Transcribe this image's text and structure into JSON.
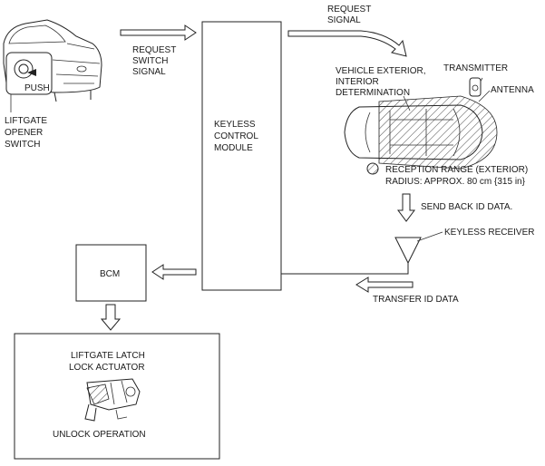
{
  "left_panel": {
    "push_label": "PUSH",
    "switch_label": [
      "LIFTGATE",
      "OPENER",
      "SWITCH"
    ]
  },
  "request_switch_signal": [
    "REQUEST",
    "SWITCH",
    "SIGNAL"
  ],
  "keyless_module": [
    "KEYLESS",
    "CONTROL",
    "MODULE"
  ],
  "request_signal": [
    "REQUEST",
    "SIGNAL"
  ],
  "vehicle_determination": [
    "VEHICLE EXTERIOR,",
    "INTERIOR",
    "DETERMINATION"
  ],
  "transmitter_label": "TRANSMITTER",
  "antenna_label": "ANTENNA",
  "reception_range": [
    "RECEPTION RANGE (EXTERIOR)",
    "RADIUS: APPROX. 80 cm {315 in}"
  ],
  "send_back_label": "SEND BACK ID DATA.",
  "keyless_receiver_label": "KEYLESS RECEIVER",
  "transfer_id_label": "TRANSFER ID DATA",
  "bcm_label": "BCM",
  "actuator_box": {
    "title": [
      "LIFTGATE LATCH",
      "LOCK ACTUATOR"
    ],
    "operation": "UNLOCK OPERATION"
  },
  "colors": {
    "line": "#222222",
    "hatch": "#444444"
  }
}
